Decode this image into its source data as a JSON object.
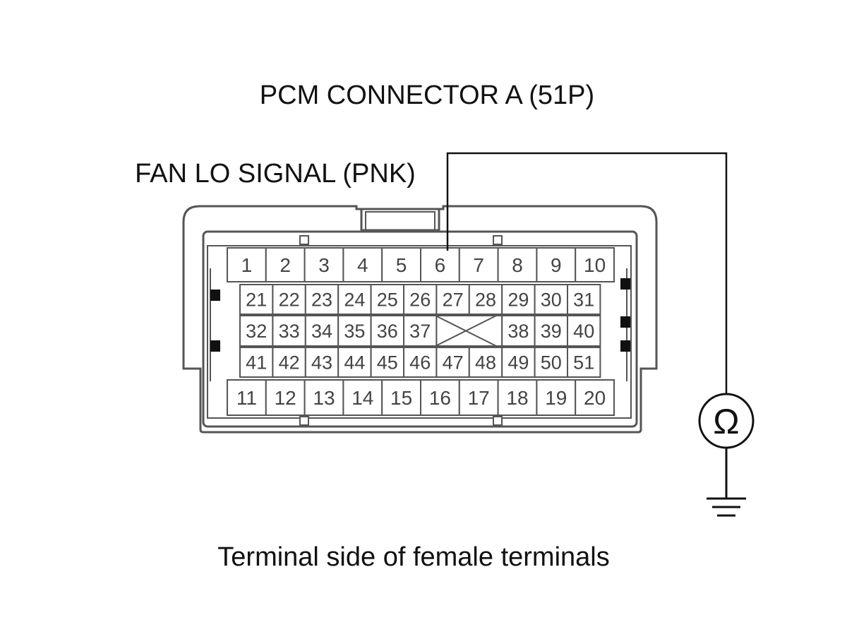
{
  "title": "PCM CONNECTOR A (51P)",
  "wire_label": "FAN LO SIGNAL (PNK)",
  "caption": "Terminal side of female terminals",
  "meter_symbol": "Ω",
  "meter_icon": "ohmmeter-icon",
  "ground_icon": "ground-icon",
  "probed_terminal": "6",
  "connector": {
    "rows": [
      [
        "1",
        "2",
        "3",
        "4",
        "5",
        "6",
        "7",
        "8",
        "9",
        "10"
      ],
      [
        "21",
        "22",
        "23",
        "24",
        "25",
        "26",
        "27",
        "28",
        "29",
        "30",
        "31"
      ],
      [
        "32",
        "33",
        "34",
        "35",
        "36",
        "37",
        "",
        "38",
        "39",
        "40"
      ],
      [
        "41",
        "42",
        "43",
        "44",
        "45",
        "46",
        "47",
        "48",
        "49",
        "50",
        "51"
      ],
      [
        "11",
        "12",
        "13",
        "14",
        "15",
        "16",
        "17",
        "18",
        "19",
        "20"
      ]
    ]
  }
}
